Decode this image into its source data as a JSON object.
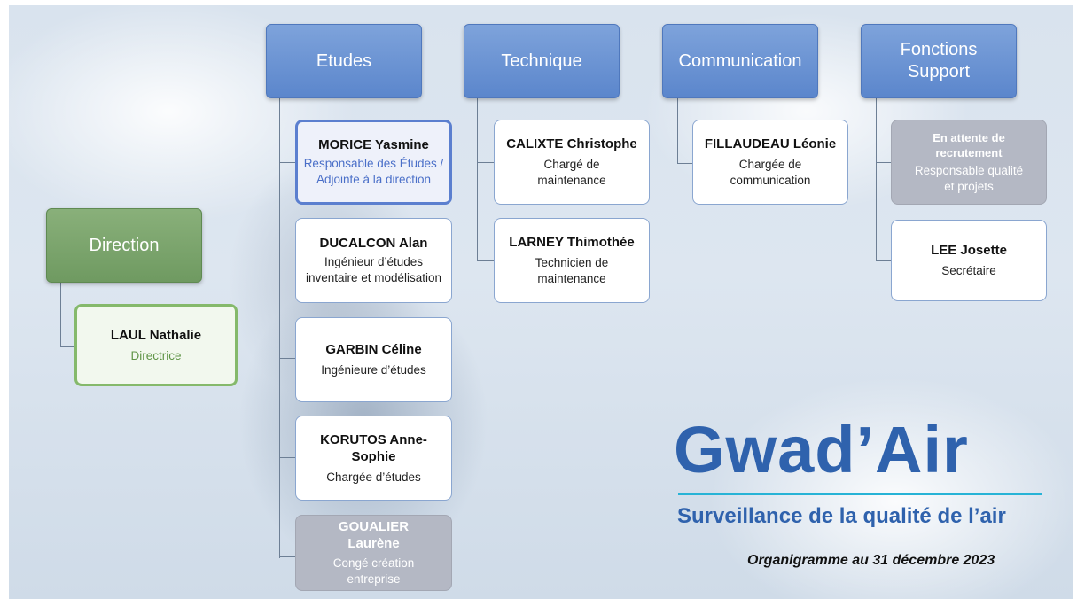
{
  "departments": {
    "etudes": "Etudes",
    "technique": "Technique",
    "communication": "Communication",
    "support": "Fonctions Support",
    "direction": "Direction"
  },
  "people": {
    "laul": {
      "name": "LAUL Nathalie",
      "role": "Directrice"
    },
    "morice": {
      "name": "MORICE Yasmine",
      "role": "Responsable des Études / Adjointe à la direction"
    },
    "ducalcon": {
      "name": "DUCALCON Alan",
      "role": "Ingénieur d’études inventaire et modélisation"
    },
    "garbin": {
      "name": "GARBIN Céline",
      "role": "Ingénieure d’études"
    },
    "korutos": {
      "name": "KORUTOS Anne-Sophie",
      "role": "Chargée d’études"
    },
    "goualier": {
      "name": "GOUALIER Laurène",
      "role": "Congé création entreprise"
    },
    "calixte": {
      "name": "CALIXTE Christophe",
      "role": "Chargé de maintenance"
    },
    "larney": {
      "name": "LARNEY Thimothée",
      "role": "Technicien de maintenance"
    },
    "fillaudeau": {
      "name": "FILLAUDEAU Léonie",
      "role": "Chargée de communication"
    },
    "vacant": {
      "name": "En attente de recrutement",
      "role": "Responsable qualité et projets"
    },
    "lee": {
      "name": "LEE Josette",
      "role": "Secrétaire"
    }
  },
  "logo": {
    "wordmark": "Gwad’Air",
    "tagline": "Surveillance de la qualité de l’air"
  },
  "footer": "Organigramme au 31 décembre 2023",
  "colors": {
    "header_blue": "#5b86cc",
    "direction_green": "#6f9a61",
    "highlight_border": "#5b7fcf",
    "director_border": "#85b96b",
    "inactive_gray": "#b4b8c4",
    "logo_blue": "#2f62ad",
    "logo_line": "#27b3d6"
  }
}
